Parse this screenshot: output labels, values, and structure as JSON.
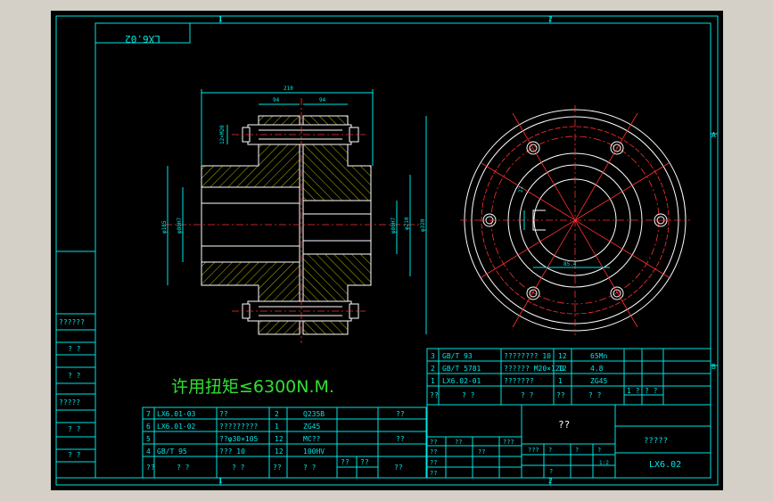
{
  "drawing_number_rotated": "LX6.02",
  "torque_note": "许用扭矩≤6300N.M.",
  "border_labels": {
    "top_a": "1",
    "top_b": "2",
    "right_a": "A",
    "right_b": "B",
    "bottom_a": "1",
    "bottom_b": "2"
  },
  "dimensions": {
    "overall_length": "210",
    "left_hub": "94",
    "right_hub": "94",
    "bolt_dim": "12×M20",
    "left_d1": "φ185",
    "left_d2": "φ80H7",
    "right_d1": "φ80H7",
    "right_d2": "φ210",
    "right_d3": "φ320",
    "keyway_width": "22",
    "keyway_depth": "85.4"
  },
  "left_stamp": [
    "??????",
    "? ?",
    "? ?",
    "?????",
    "? ?",
    "? ?"
  ],
  "bom_left": [
    {
      "no": "7",
      "code": "LX6.01-03",
      "name": "??",
      "qty": "2",
      "material": "Q235B",
      "note": "??"
    },
    {
      "no": "6",
      "code": "LX6.01-02",
      "name": "?????????",
      "qty": "1",
      "material": "ZG45",
      "note": ""
    },
    {
      "no": "5",
      "code": "",
      "name": "??φ30×105",
      "qty": "12",
      "material": "MC??",
      "note": "??"
    },
    {
      "no": "4",
      "code": "GB/T 95",
      "name": "??? 10",
      "qty": "12",
      "material": "100HV",
      "note": ""
    }
  ],
  "bom_left_header": {
    "no": "??",
    "code": "? ?",
    "name": "? ?",
    "qty": "??",
    "material": "? ?",
    "note": "??",
    "extra1": "??",
    "extra2": "??"
  },
  "bom_right": [
    {
      "no": "3",
      "code": "GB/T 93",
      "name": "???????? 10",
      "qty": "12",
      "material": "65Mn"
    },
    {
      "no": "2",
      "code": "GB/T 5781",
      "name": "?????? M20×120",
      "qty": "12",
      "material": "4.8"
    },
    {
      "no": "1",
      "code": "LX6.02-01",
      "name": "???????",
      "qty": "1",
      "material": "ZG45"
    }
  ],
  "bom_right_header": {
    "no": "??",
    "code": "? ?",
    "name": "? ?",
    "qty": "??",
    "material": "? ?",
    "extra1": "1 ?",
    "extra2": "? ?"
  },
  "title_block": {
    "part_name": "??",
    "company": "?????",
    "drawing_no": "LX6.02",
    "scale": "1:2",
    "row_labels": [
      "??",
      "??",
      "??",
      "??",
      "??"
    ],
    "mid_labels": [
      "??",
      "???",
      "???"
    ],
    "right_labels": [
      "?",
      "?",
      "?",
      "?"
    ]
  },
  "colors": {
    "background": "#000000",
    "frame": "#00e5e5",
    "outline": "#ffffff",
    "hatch": "#e8e800",
    "center": "#ff3030",
    "note": "#30e030",
    "chrome": "#d4d0c8"
  }
}
